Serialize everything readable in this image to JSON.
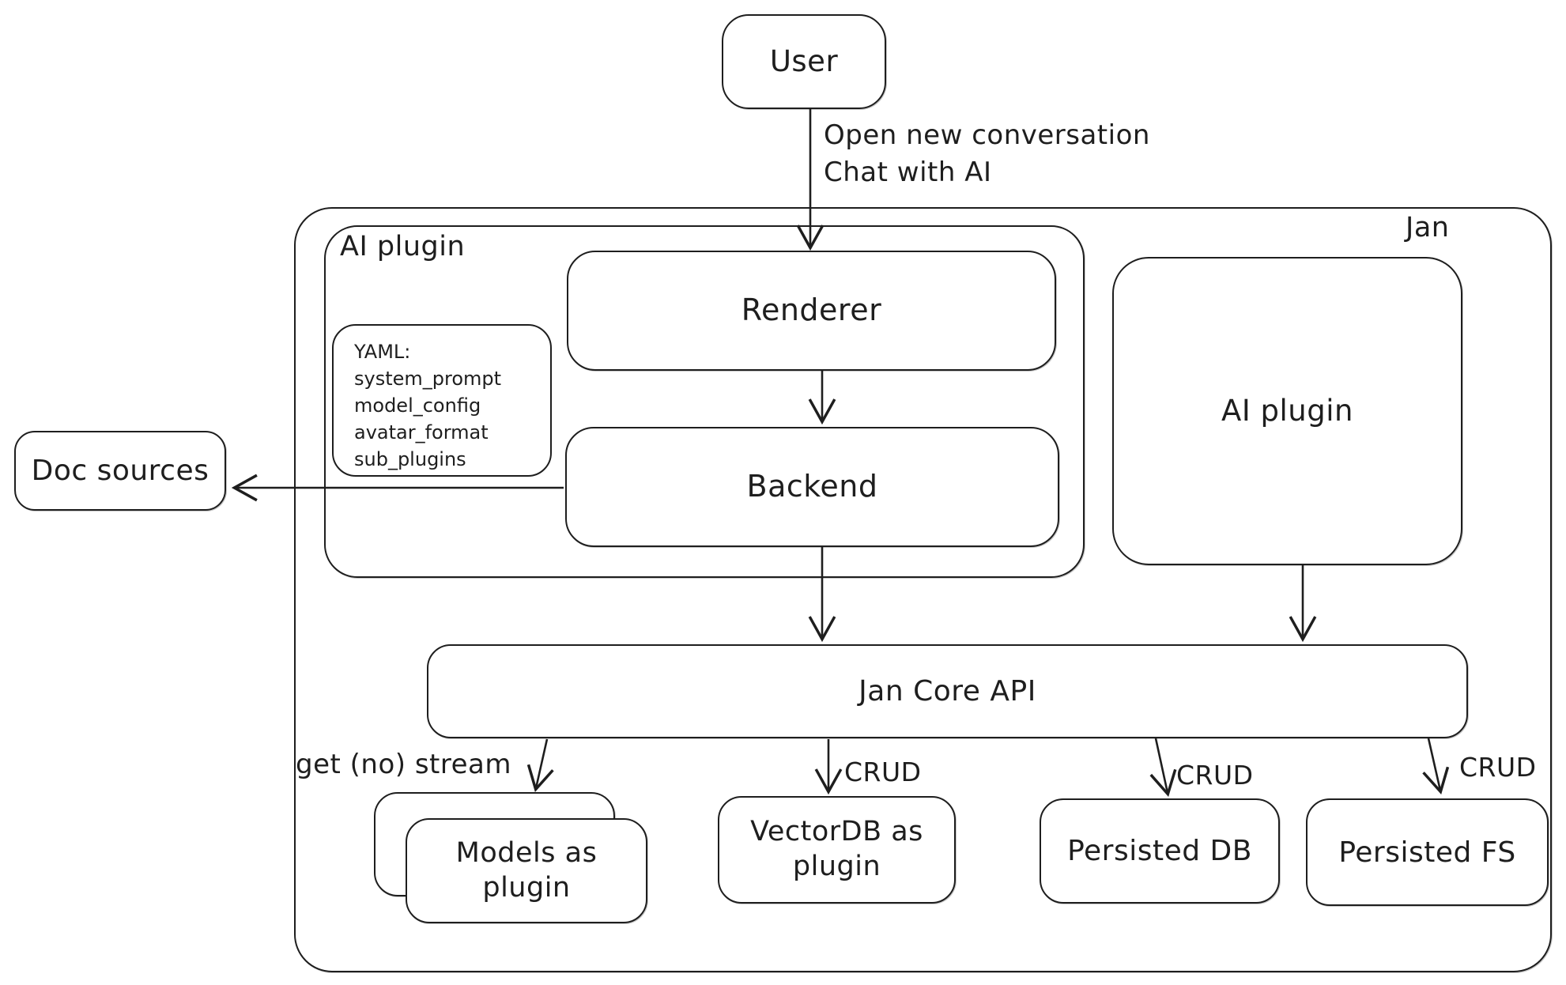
{
  "canvas": {
    "background": "#ffffff",
    "stroke_color": "#1e1e1e"
  },
  "nodes": {
    "user": {
      "label": "User"
    },
    "jan_container": {
      "label": "Jan"
    },
    "ai_plugin_container": {
      "label": "AI plugin"
    },
    "yaml_note": {
      "lines": [
        "YAML:",
        "system_prompt",
        "model_config",
        "avatar_format",
        "sub_plugins"
      ]
    },
    "renderer": {
      "label": "Renderer"
    },
    "backend": {
      "label": "Backend"
    },
    "ai_plugin_right": {
      "label": "AI plugin"
    },
    "doc_sources": {
      "label": "Doc sources"
    },
    "jan_core_api": {
      "label": "Jan Core API"
    },
    "models_as_plugin": {
      "label": "Models as\nplugin"
    },
    "vectordb_as_plugin": {
      "label": "VectorDB as\nplugin"
    },
    "persisted_db": {
      "label": "Persisted DB"
    },
    "persisted_fs": {
      "label": "Persisted FS"
    }
  },
  "edge_labels": {
    "user_to_renderer": "Open new conversation\nChat with AI",
    "core_to_models": "get (no) stream",
    "core_to_vectordb": "CRUD",
    "core_to_persisted_db": "CRUD",
    "core_to_persisted_fs": "CRUD"
  }
}
